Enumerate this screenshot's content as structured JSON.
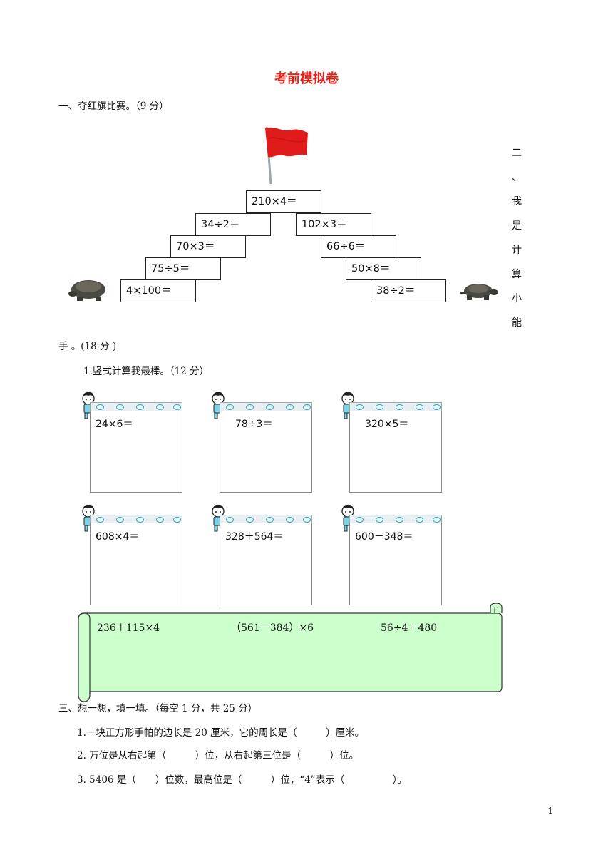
{
  "title": "考前模拟卷",
  "section1": {
    "heading": "一、夺红旗比赛。（9 分）",
    "pyramid": [
      "210×4＝",
      "34÷2＝",
      "102×3＝",
      "70×3＝",
      "66÷6＝",
      "75÷5＝",
      "50×8＝",
      "4×100＝",
      "38÷2＝"
    ]
  },
  "section2": {
    "heading_vertical": [
      "二",
      "、",
      "我",
      "是",
      "计",
      "算",
      "小",
      "能"
    ],
    "heading_tail": "手 。(18 分 )",
    "sub1": "1.竖式计算我最棒。（12 分）",
    "boards": [
      "24×6＝",
      "78÷3＝",
      "320×5＝",
      "608×4＝",
      "328＋564＝",
      "600－348＝"
    ],
    "scroll_exprs": [
      "236＋115×4",
      "（561－384）×6",
      "56÷4＋480"
    ]
  },
  "section3": {
    "heading": "三、想一想，填一填。（每空 1 分，共 25 分）",
    "items": [
      "1.一块正方形手帕的边长是 20 厘米，它的周长是（　　　）厘米。",
      "2.  万位是从右起第（　　　）位，从右起第三位是（　　　）位。",
      "3.  5406 是（　　）位数，最高位是（　　　）位，“4”表示（　　　　　）。"
    ]
  },
  "page_number": "1",
  "colors": {
    "title": "#e2231a",
    "scroll_fill": "#ccffcc",
    "flag": "#e01b1b"
  }
}
